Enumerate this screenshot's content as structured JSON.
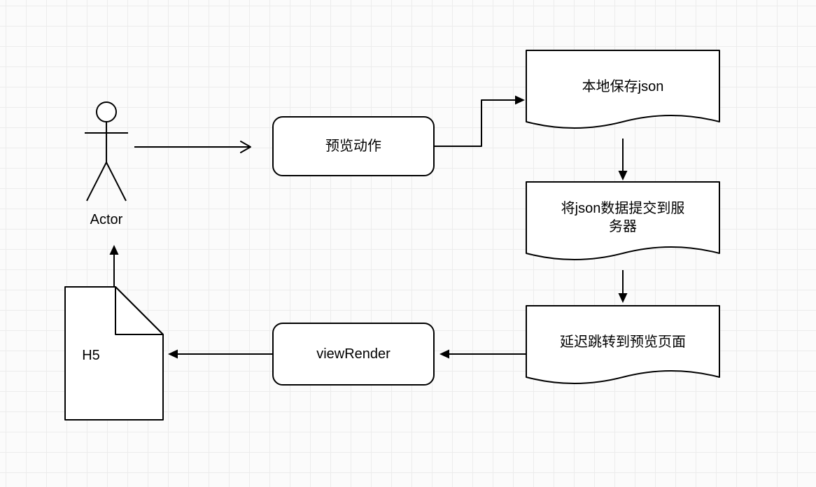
{
  "canvas": {
    "background_color": "#fbfbfb",
    "grid_color": "#ececec"
  },
  "colors": {
    "stroke": "#000000",
    "shape_fill": "#ffffff"
  },
  "nodes": {
    "actor": {
      "label": "Actor"
    },
    "preview_action": {
      "label": "预览动作"
    },
    "save_json": {
      "label": "本地保存json"
    },
    "submit_json": {
      "line1": "将json数据提交到服",
      "line2": "务器"
    },
    "redirect_preview": {
      "label": "延迟跳转到预览页面"
    },
    "view_render": {
      "label": "viewRender"
    },
    "h5": {
      "label": "H5"
    }
  }
}
